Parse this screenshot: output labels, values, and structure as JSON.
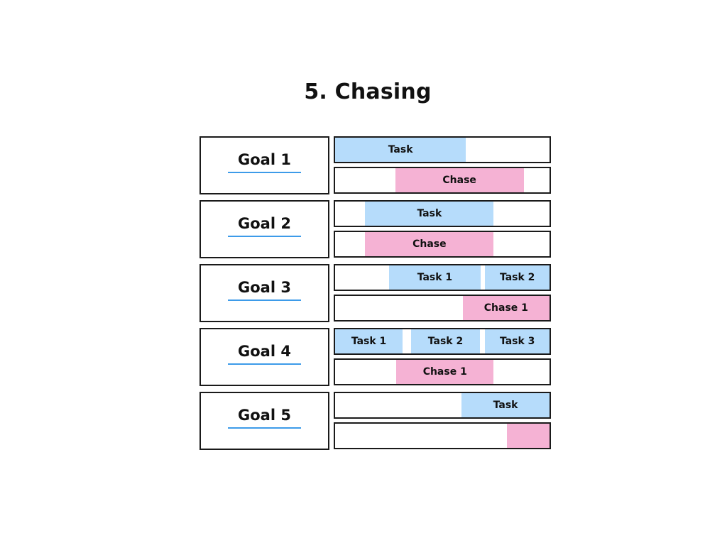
{
  "title": "5. Chasing",
  "colors": {
    "task": "#b6dcfb",
    "chase": "#f5b2d4",
    "underline": "#3d9be9",
    "border": "#1a1a1a"
  },
  "goals": [
    {
      "label": "Goal 1",
      "task_segments": [
        {
          "label": "Task",
          "start": 0.0,
          "end": 0.61
        }
      ],
      "chase_segments": [
        {
          "label": "Chase",
          "start": 0.28,
          "end": 0.88
        }
      ]
    },
    {
      "label": "Goal 2",
      "task_segments": [
        {
          "label": "Task",
          "start": 0.14,
          "end": 0.74
        }
      ],
      "chase_segments": [
        {
          "label": "Chase",
          "start": 0.14,
          "end": 0.74
        }
      ]
    },
    {
      "label": "Goal 3",
      "task_segments": [
        {
          "label": "Task 1",
          "start": 0.25,
          "end": 0.68
        },
        {
          "label": "Task 2",
          "start": 0.7,
          "end": 1.0
        }
      ],
      "chase_segments": [
        {
          "label": "Chase 1",
          "start": 0.595,
          "end": 1.0
        }
      ]
    },
    {
      "label": "Goal 4",
      "task_segments": [
        {
          "label": "Task 1",
          "start": 0.0,
          "end": 0.315
        },
        {
          "label": "Task 2",
          "start": 0.355,
          "end": 0.675
        },
        {
          "label": "Task 3",
          "start": 0.7,
          "end": 1.0
        }
      ],
      "chase_segments": [
        {
          "label": "Chase 1",
          "start": 0.285,
          "end": 0.74
        }
      ]
    },
    {
      "label": "Goal 5",
      "task_segments": [
        {
          "label": "Task",
          "start": 0.59,
          "end": 1.0
        }
      ],
      "chase_segments": [
        {
          "label": "",
          "start": 0.8,
          "end": 1.0
        }
      ]
    }
  ]
}
